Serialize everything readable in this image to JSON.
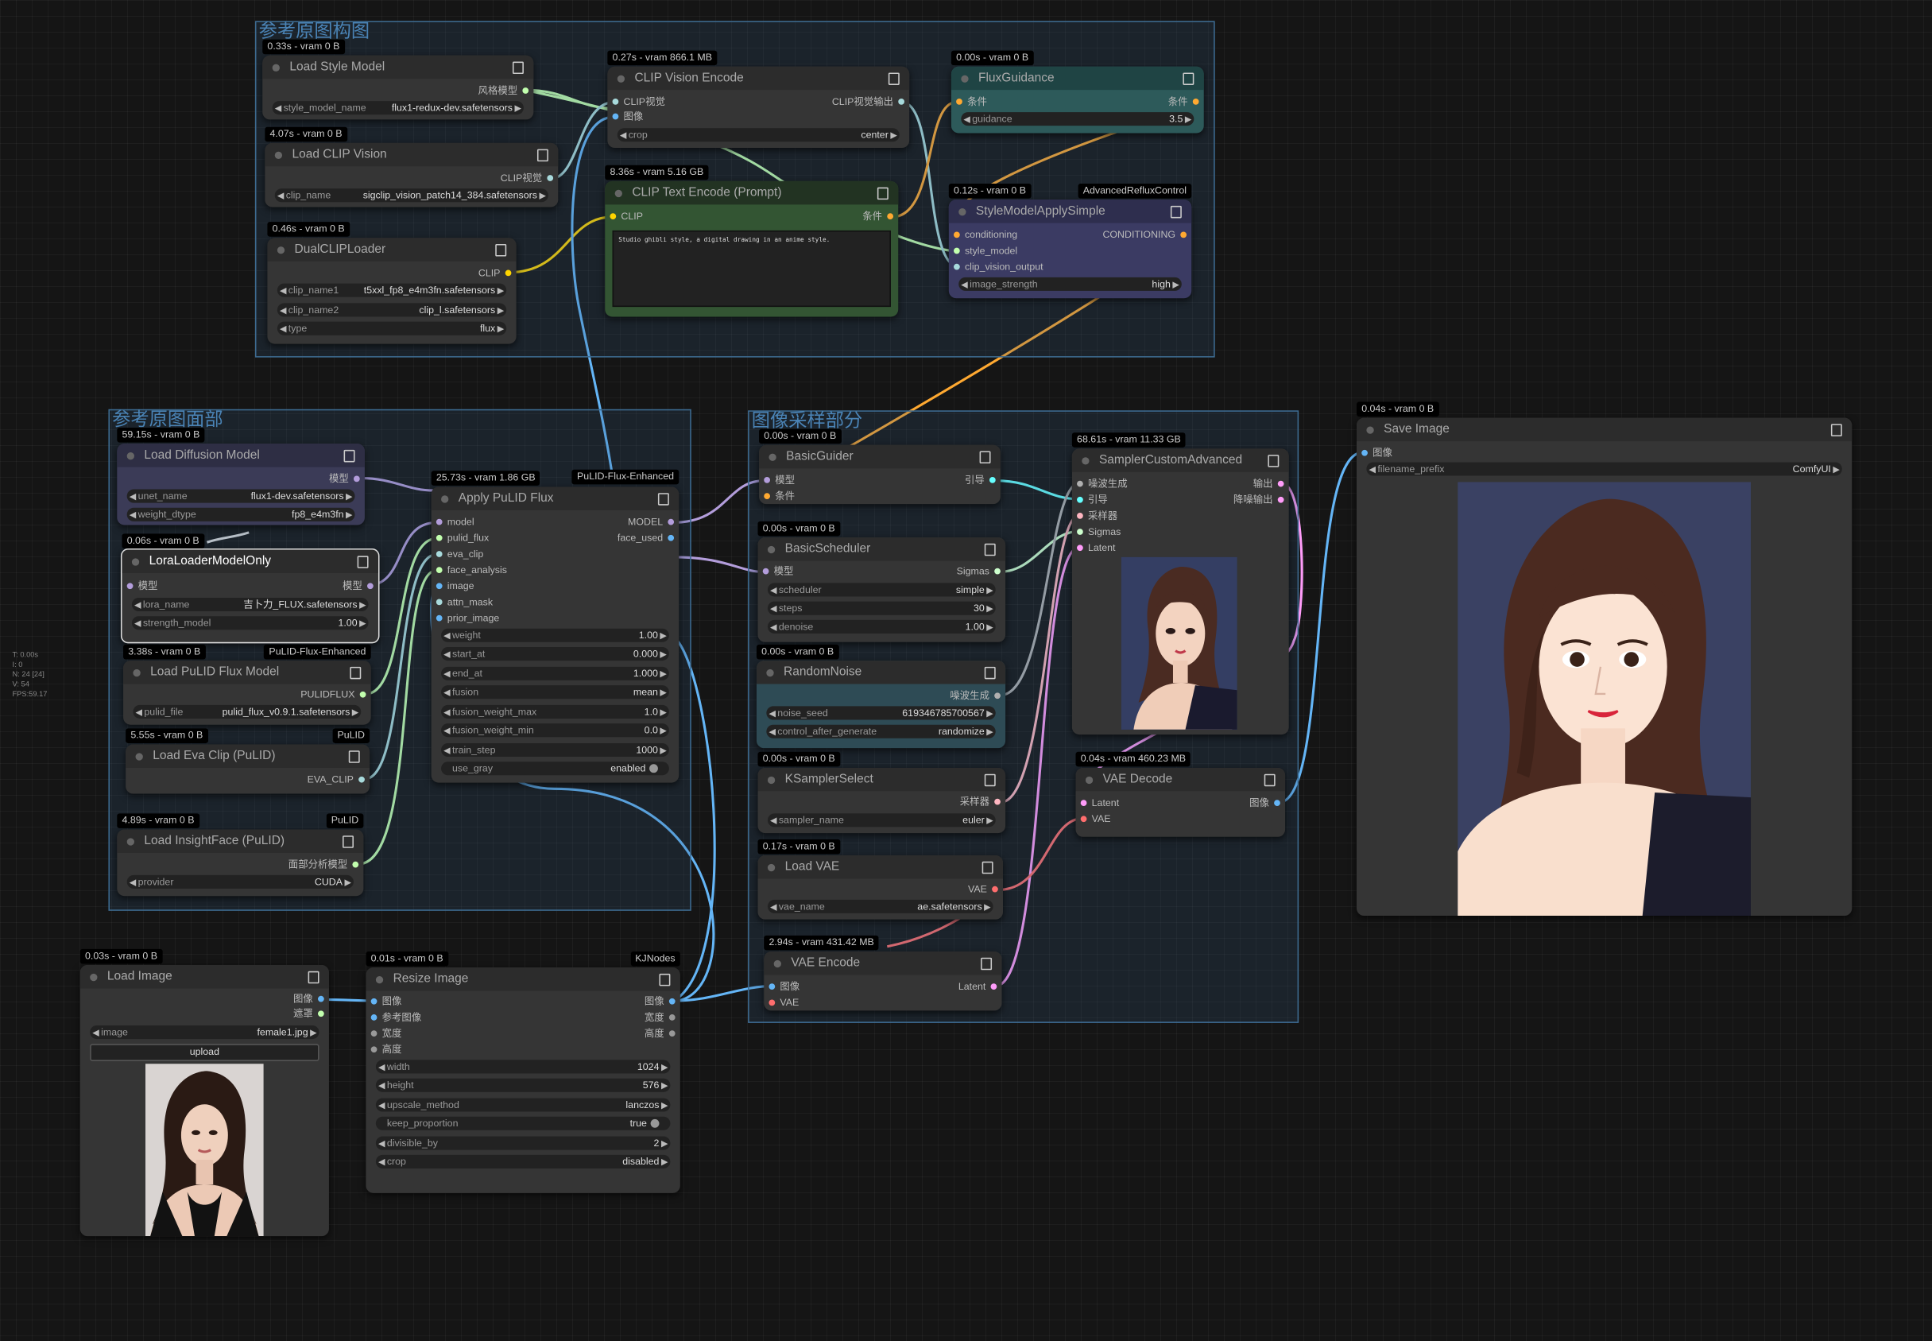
{
  "groups": {
    "ref_composition": "参考原图构图",
    "ref_face": "参考原图面部",
    "sampling": "图像采样部分"
  },
  "nodes": {
    "load_style_model": {
      "badge": "0.33s - vram 0 B",
      "title": "Load Style Model",
      "out1": "风格模型",
      "w1n": "style_model_name",
      "w1v": "flux1-redux-dev.safetensors"
    },
    "load_clip_vision": {
      "badge": "4.07s - vram 0 B",
      "title": "Load CLIP Vision",
      "out1": "CLIP视觉",
      "w1n": "clip_name",
      "w1v": "sigclip_vision_patch14_384.safetensors"
    },
    "dual_clip_loader": {
      "badge": "0.46s - vram 0 B",
      "title": "DualCLIPLoader",
      "out1": "CLIP",
      "w1n": "clip_name1",
      "w1v": "t5xxl_fp8_e4m3fn.safetensors",
      "w2n": "clip_name2",
      "w2v": "clip_l.safetensors",
      "w3n": "type",
      "w3v": "flux"
    },
    "clip_vision_encode": {
      "badge": "0.27s - vram 866.1 MB",
      "title": "CLIP Vision Encode",
      "in1": "CLIP视觉",
      "in2": "图像",
      "out1": "CLIP视觉输出",
      "w1n": "crop",
      "w1v": "center"
    },
    "clip_text_encode": {
      "badge": "8.36s - vram 5.16 GB",
      "title": "CLIP Text Encode (Prompt)",
      "in1": "CLIP",
      "out1": "条件",
      "text": "Studio ghibli style, a digital drawing in an anime style."
    },
    "flux_guidance": {
      "badge": "0.00s - vram 0 B",
      "title": "FluxGuidance",
      "in1": "条件",
      "out1": "条件",
      "w1n": "guidance",
      "w1v": "3.5"
    },
    "style_model_apply": {
      "badge": "0.12s - vram 0 B",
      "badge_r": "AdvancedRefluxControl",
      "title": "StyleModelApplySimple",
      "in1": "conditioning",
      "in2": "style_model",
      "in3": "clip_vision_output",
      "out1": "CONDITIONING",
      "w1n": "image_strength",
      "w1v": "high"
    },
    "load_diffusion_model": {
      "badge": "59.15s - vram 0 B",
      "title": "Load Diffusion Model",
      "out1": "模型",
      "w1n": "unet_name",
      "w1v": "flux1-dev.safetensors",
      "w2n": "weight_dtype",
      "w2v": "fp8_e4m3fn"
    },
    "lora_loader": {
      "badge": "0.06s - vram 0 B",
      "title": "LoraLoaderModelOnly",
      "in1": "模型",
      "out1": "模型",
      "w1n": "lora_name",
      "w1v": "吉卜力_FLUX.safetensors",
      "w2n": "strength_model",
      "w2v": "1.00"
    },
    "load_pulid_model": {
      "badge": "3.38s - vram 0 B",
      "badge_r": "PuLID-Flux-Enhanced",
      "title": "Load PuLID Flux Model",
      "out1": "PULIDFLUX",
      "w1n": "pulid_file",
      "w1v": "pulid_flux_v0.9.1.safetensors"
    },
    "load_eva_clip": {
      "badge": "5.55s - vram 0 B",
      "badge_r": "PuLID",
      "title": "Load Eva Clip (PuLID)",
      "out1": "EVA_CLIP"
    },
    "load_insightface": {
      "badge": "4.89s - vram 0 B",
      "badge_r": "PuLID",
      "title": "Load InsightFace (PuLID)",
      "out1": "面部分析模型",
      "w1n": "provider",
      "w1v": "CUDA"
    },
    "apply_pulid": {
      "badge": "25.73s - vram 1.86 GB",
      "badge_r": "PuLID-Flux-Enhanced",
      "title": "Apply PuLID Flux",
      "in1": "model",
      "in2": "pulid_flux",
      "in3": "eva_clip",
      "in4": "face_analysis",
      "in5": "image",
      "in6": "attn_mask",
      "in7": "prior_image",
      "out1": "MODEL",
      "out2": "face_used",
      "widgets": [
        [
          "weight",
          "1.00"
        ],
        [
          "start_at",
          "0.000"
        ],
        [
          "end_at",
          "1.000"
        ],
        [
          "fusion",
          "mean"
        ],
        [
          "fusion_weight_max",
          "1.0"
        ],
        [
          "fusion_weight_min",
          "0.0"
        ],
        [
          "train_step",
          "1000"
        ]
      ],
      "toggle_n": "use_gray",
      "toggle_v": "enabled"
    },
    "basic_guider": {
      "badge": "0.00s - vram 0 B",
      "title": "BasicGuider",
      "in1": "模型",
      "in2": "条件",
      "out1": "引导"
    },
    "basic_scheduler": {
      "badge": "0.00s - vram 0 B",
      "title": "BasicScheduler",
      "in1": "模型",
      "out1": "Sigmas",
      "w1n": "scheduler",
      "w1v": "simple",
      "w2n": "steps",
      "w2v": "30",
      "w3n": "denoise",
      "w3v": "1.00"
    },
    "random_noise": {
      "badge": "0.00s - vram 0 B",
      "title": "RandomNoise",
      "out1": "噪波生成",
      "w1n": "noise_seed",
      "w1v": "619346785700567",
      "w2n": "control_after_generate",
      "w2v": "randomize"
    },
    "ksampler_select": {
      "badge": "0.00s - vram 0 B",
      "title": "KSamplerSelect",
      "out1": "采样器",
      "w1n": "sampler_name",
      "w1v": "euler"
    },
    "load_vae": {
      "badge": "0.17s - vram 0 B",
      "title": "Load VAE",
      "out1": "VAE",
      "w1n": "vae_name",
      "w1v": "ae.safetensors"
    },
    "vae_encode": {
      "badge": "2.94s - vram 431.42 MB",
      "title": "VAE Encode",
      "in1": "图像",
      "in2": "VAE",
      "out1": "Latent"
    },
    "sampler_custom": {
      "badge": "68.61s - vram 11.33 GB",
      "title": "SamplerCustomAdvanced",
      "in1": "噪波生成",
      "in2": "引导",
      "in3": "采样器",
      "in4": "Sigmas",
      "in5": "Latent",
      "out1": "输出",
      "out2": "降噪输出"
    },
    "vae_decode": {
      "badge": "0.04s - vram 460.23 MB",
      "title": "VAE Decode",
      "in1": "Latent",
      "in2": "VAE",
      "out1": "图像"
    },
    "save_image": {
      "badge": "0.04s - vram 0 B",
      "title": "Save Image",
      "in1": "图像",
      "w1n": "filename_prefix",
      "w1v": "ComfyUI"
    },
    "load_image": {
      "badge": "0.03s - vram 0 B",
      "title": "Load Image",
      "out1": "图像",
      "out2": "遮罩",
      "w1n": "image",
      "w1v": "female1.jpg",
      "upload": "upload"
    },
    "resize_image": {
      "badge": "0.01s - vram 0 B",
      "badge_r": "KJNodes",
      "title": "Resize Image",
      "in1": "图像",
      "in2": "参考图像",
      "in3": "宽度",
      "in4": "高度",
      "out1": "图像",
      "out2": "宽度",
      "out3": "高度",
      "widgets": [
        [
          "width",
          "1024"
        ],
        [
          "height",
          "576"
        ],
        [
          "upscale_method",
          "lanczos"
        ]
      ],
      "toggle_n": "keep_proportion",
      "toggle_v": "true",
      "widgets2": [
        [
          "divisible_by",
          "2"
        ],
        [
          "crop",
          "disabled"
        ]
      ]
    }
  },
  "stats": "T: 0.00s\nI: 0\nN: 24 [24]\nV: 54\nFPS:59.17",
  "colors": {
    "model": "#b39ddb",
    "clip": "#ffd500",
    "conditioning": "#ffa931",
    "image": "#64b5f6",
    "latent": "#ff9cf9",
    "vae": "#ff6e6e",
    "clip_vision": "#a8dadc",
    "style": "#c2ffae",
    "sampler": "#ffb6c1",
    "sigmas": "#cdffcd",
    "noise": "#b0b0b0",
    "guider": "#66ffff"
  }
}
